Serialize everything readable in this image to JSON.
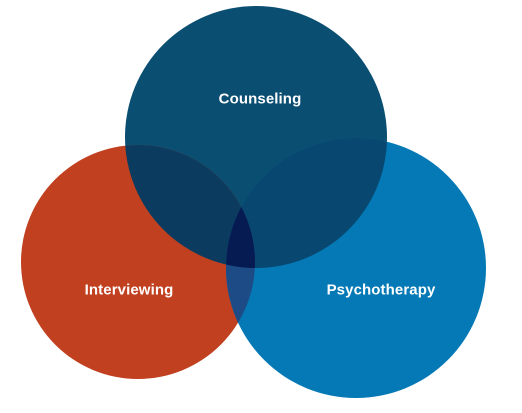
{
  "diagram": {
    "type": "venn",
    "sets": [
      {
        "id": "counseling",
        "label": "Counseling",
        "color": "#0a4e72"
      },
      {
        "id": "interviewing",
        "label": "Interviewing",
        "color": "#c1401f"
      },
      {
        "id": "psychotherapy",
        "label": "Psychotherapy",
        "color": "#0479b6"
      }
    ],
    "overlaps": {
      "counseling_interviewing": "#0b3c5f",
      "counseling_psychotherapy": "#08476f",
      "interviewing_psychotherapy": "#1d4b86",
      "all_three": "#061b52"
    }
  }
}
